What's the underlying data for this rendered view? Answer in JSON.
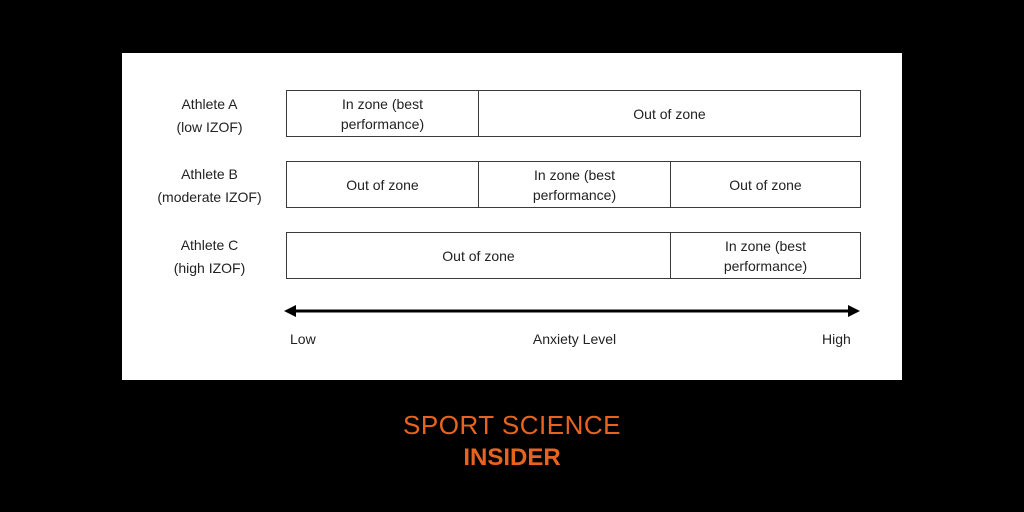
{
  "diagram": {
    "athletes": [
      {
        "name": "Athlete A",
        "level": "(low IZOF)",
        "segments": [
          "In zone (best\nperformance)",
          "Out of zone"
        ]
      },
      {
        "name": "Athlete B",
        "level": "(moderate IZOF)",
        "segments": [
          "Out of zone",
          "In zone (best\nperformance)",
          "Out of zone"
        ]
      },
      {
        "name": "Athlete C",
        "level": "(high IZOF)",
        "segments": [
          "Out of zone",
          "In zone (best\nperformance)"
        ]
      }
    ],
    "axis": {
      "low_label": "Low",
      "title": "Anxiety Level",
      "high_label": "High"
    }
  },
  "brand": {
    "line1": "SPORT SCIENCE",
    "line2": "INSIDER",
    "color": "#e8641e"
  }
}
